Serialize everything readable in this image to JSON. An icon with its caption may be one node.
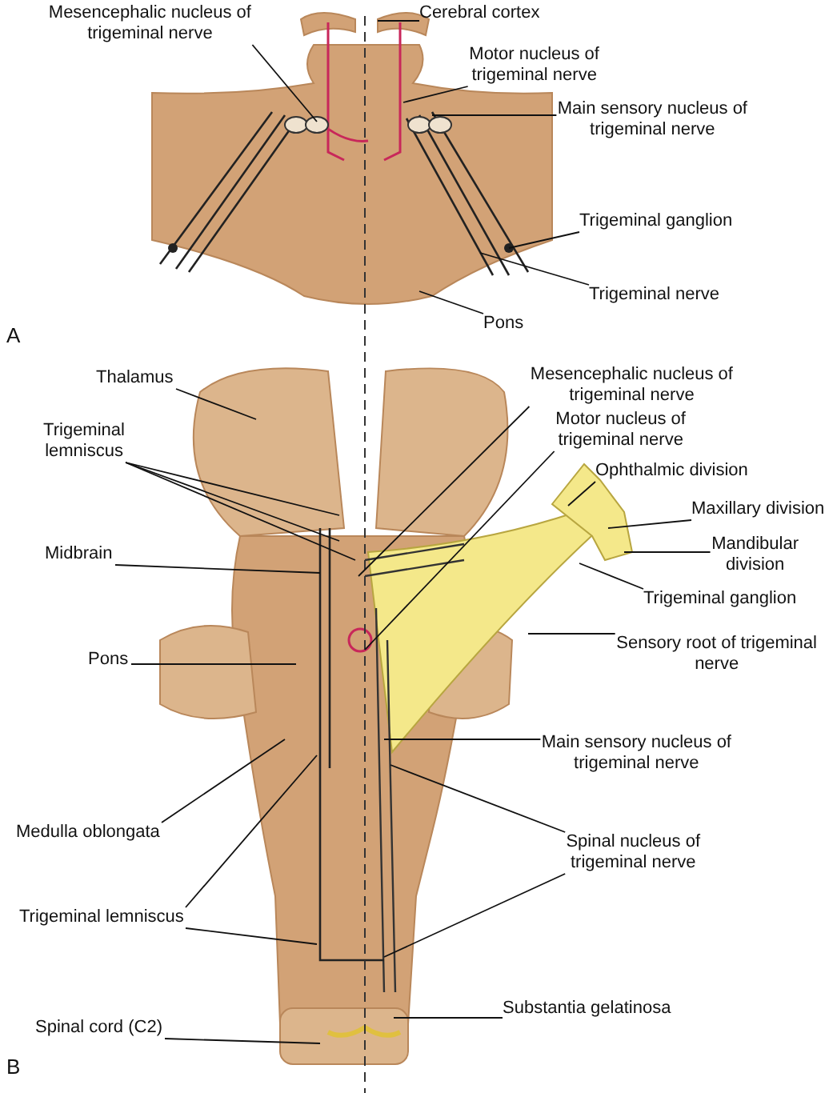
{
  "diagram": {
    "nodes": [
      {
        "text": [
          "Mesencephalic nucleus of trigeminal nerve"
        ]
      },
      {
        "text": [
          "Cerebral cortex"
        ]
      },
      {
        "text": [
          "Motor nucleus of trigeminal nerve"
        ]
      },
      {
        "text": [
          "Main sensory nucleus of trigeminal nerve"
        ]
      },
      {
        "text": [
          "Trigeminal ganglion"
        ]
      },
      {
        "text": [
          "Trigeminal nerve"
        ]
      },
      {
        "text": [
          "Pons"
        ]
      },
      {
        "text": [
          "Thalamus"
        ]
      },
      {
        "text": [
          "Trigeminal lemniscus"
        ]
      },
      {
        "text": [
          "Midbrain"
        ]
      },
      {
        "text": [
          "Pons"
        ]
      },
      {
        "text": [
          "Medulla oblongata"
        ]
      },
      {
        "text": [
          "Trigeminal lemniscus"
        ]
      },
      {
        "text": [
          "Spinal cord (C2)"
        ]
      },
      {
        "text": [
          "Mesencephalic nucleus of trigeminal nerve"
        ]
      },
      {
        "text": [
          "Motor nucleus of trigeminal nerve"
        ]
      },
      {
        "text": [
          "Ophthalmic division"
        ]
      },
      {
        "text": [
          "Maxillary division"
        ]
      },
      {
        "text": [
          "Mandibular division"
        ]
      },
      {
        "text": [
          "Trigeminal ganglion"
        ]
      },
      {
        "text": [
          "Sensory root of trigeminal nerve"
        ]
      },
      {
        "text": [
          "Main sensory nucleus of trigeminal nerve"
        ]
      },
      {
        "text": [
          "Spinal nucleus of trigeminal nerve"
        ]
      },
      {
        "text": [
          "Substantia gelatinosa"
        ]
      }
    ],
    "edges": [
      {
        "from": 0,
        "to": null,
        "arrow": "none"
      },
      {
        "from": 1,
        "to": null,
        "arrow": "none"
      },
      {
        "from": 2,
        "to": null,
        "arrow": "none"
      },
      {
        "from": 3,
        "to": null,
        "arrow": "none"
      },
      {
        "from": 4,
        "to": null,
        "arrow": "none"
      },
      {
        "from": 5,
        "to": null,
        "arrow": "none"
      },
      {
        "from": 6,
        "to": null,
        "arrow": "none"
      },
      {
        "from": 7,
        "to": null,
        "arrow": "none"
      },
      {
        "from": 8,
        "to": null,
        "arrow": "none"
      },
      {
        "from": 8,
        "to": null,
        "arrow": "none"
      },
      {
        "from": 8,
        "to": null,
        "arrow": "none"
      },
      {
        "from": 9,
        "to": null,
        "arrow": "none"
      },
      {
        "from": 10,
        "to": null,
        "arrow": "none"
      },
      {
        "from": 11,
        "to": null,
        "arrow": "none"
      },
      {
        "from": 12,
        "to": null,
        "arrow": "none"
      },
      {
        "from": 12,
        "to": null,
        "arrow": "none"
      },
      {
        "from": 13,
        "to": null,
        "arrow": "none"
      },
      {
        "from": 14,
        "to": null,
        "arrow": "none"
      },
      {
        "from": 15,
        "to": null,
        "arrow": "none"
      },
      {
        "from": 16,
        "to": null,
        "arrow": "none"
      },
      {
        "from": 17,
        "to": null,
        "arrow": "none"
      },
      {
        "from": 18,
        "to": null,
        "arrow": "none"
      },
      {
        "from": 19,
        "to": null,
        "arrow": "none"
      },
      {
        "from": 20,
        "to": null,
        "arrow": "none"
      },
      {
        "from": 21,
        "to": null,
        "arrow": "none"
      },
      {
        "from": 22,
        "to": null,
        "arrow": "none"
      },
      {
        "from": 22,
        "to": null,
        "arrow": "none"
      },
      {
        "from": 23,
        "to": null,
        "arrow": "none"
      }
    ],
    "labels": [
      "A",
      "B"
    ]
  }
}
